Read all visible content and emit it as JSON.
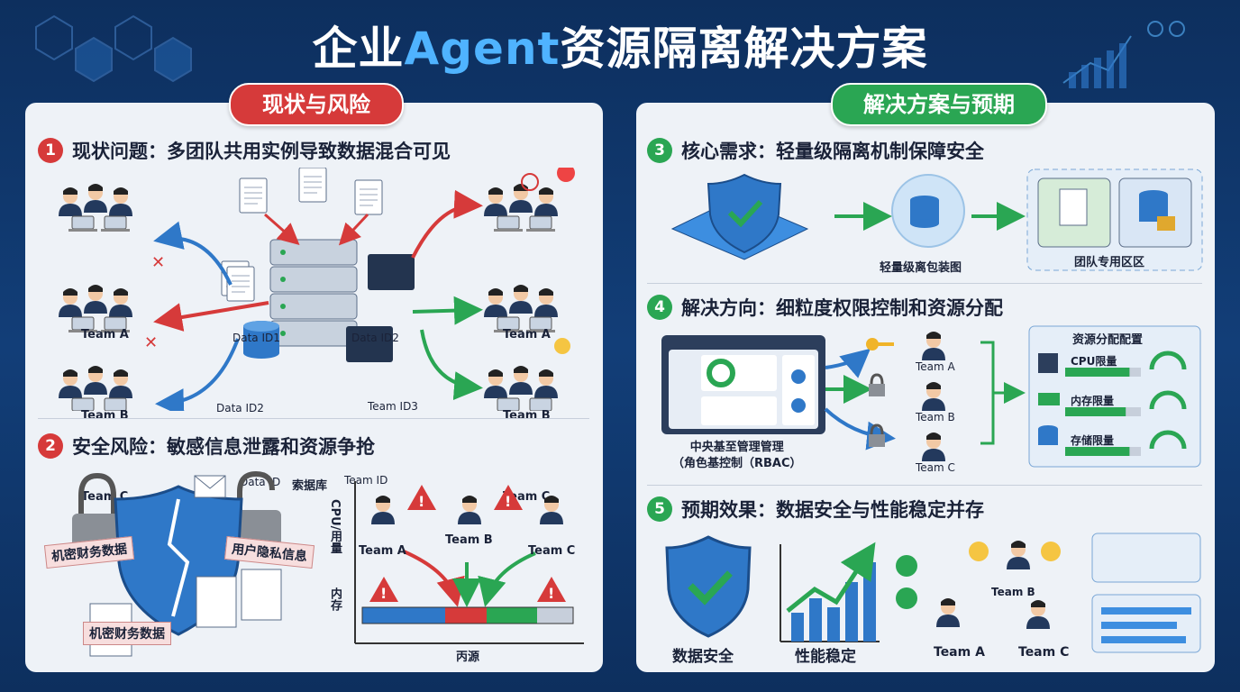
{
  "header": {
    "title_part1": "企业",
    "title_accent": "Agent",
    "title_part2": "资源隔离解决方案"
  },
  "colors": {
    "red": "#d63a3a",
    "green": "#2aa653",
    "blue": "#2f78c8",
    "navy": "#0d2f5e"
  },
  "left": {
    "pill": "现状与风险",
    "s1": {
      "num": "1",
      "title": "现状问题：多团队共用实例导致数据混合可见",
      "teams_left": [
        "Team A",
        "Team B",
        "Team C"
      ],
      "teams_right": [
        "Team A",
        "Team B",
        "Team C"
      ],
      "doc_labels": [
        "Data ID1",
        "Data ID2",
        "Data ID2",
        "Team ID3",
        "Data ID",
        "Team ID"
      ],
      "db_label": "索据库"
    },
    "s2": {
      "num": "2",
      "title": "安全风险：敏感信息泄露和资源争抢",
      "tag1": "机密财务数据",
      "tag2": "用户隐私信息",
      "tag3": "机密财务数据",
      "teams": [
        "Team A",
        "Team B",
        "Team C"
      ],
      "ylabel": "CPU/用量",
      "ylabel2": "内存",
      "xlabel": "丙源"
    }
  },
  "right": {
    "pill": "解决方案与预期",
    "s3": {
      "num": "3",
      "title": "核心需求：轻量级隔离机制保障安全",
      "bubble_label": "轻量级离包装图",
      "zone_label": "团队专用区区"
    },
    "s4": {
      "num": "4",
      "title": "解决方向：细粒度权限控制和资源分配",
      "console_label1": "中央基至管理管理",
      "console_label2": "（角色基控制（RBAC）",
      "teams": [
        "Team A",
        "Team B",
        "Team C"
      ],
      "alloc_title": "资源分配配置",
      "limits": [
        {
          "label": "CPU限量",
          "fill": 0.85
        },
        {
          "label": "内存限量",
          "fill": 0.8
        },
        {
          "label": "存储限量",
          "fill": 0.85
        }
      ]
    },
    "s5": {
      "num": "5",
      "title": "预期效果：数据安全与性能稳定并存",
      "shield_label": "数据安全",
      "chart_label": "性能稳定",
      "teams": [
        "Team B",
        "Team A",
        "Team C"
      ]
    }
  }
}
